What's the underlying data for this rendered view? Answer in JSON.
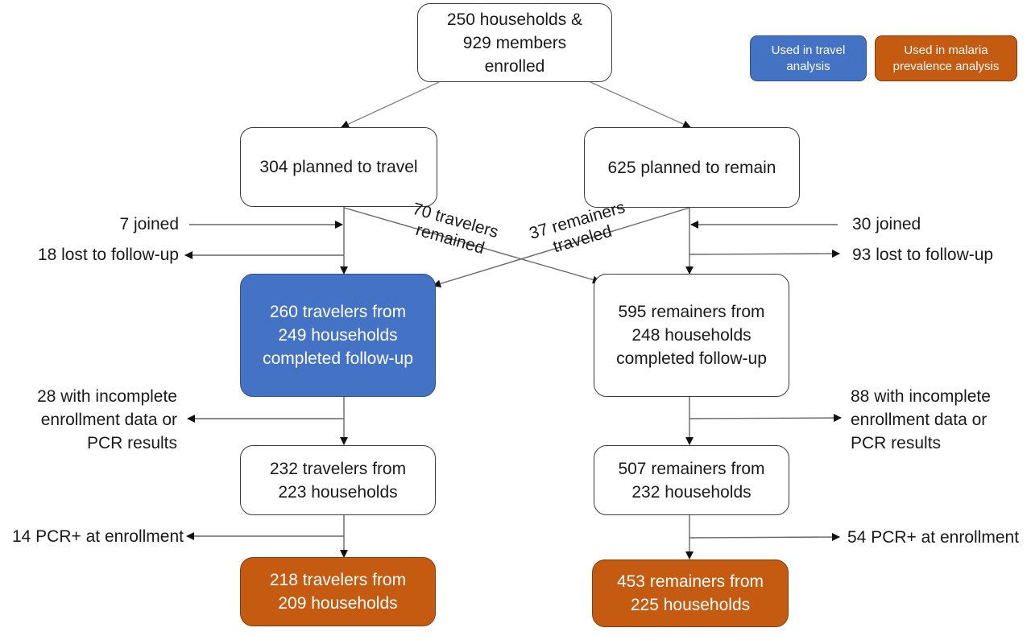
{
  "legend": {
    "travel": [
      "Used in travel",
      "analysis"
    ],
    "malaria": [
      "Used in malaria",
      "prevalence analysis"
    ],
    "colors": {
      "travel": "#4472c4",
      "malaria": "#c55a11"
    }
  },
  "enrolled": [
    "250 households &",
    "929 members",
    "enrolled"
  ],
  "left": {
    "planned": "304 planned to travel",
    "joined": "7 joined",
    "lost": "18 lost to follow-up",
    "completed": [
      "260 travelers from",
      "249 households",
      "completed follow-up"
    ],
    "incomplete": [
      "28 with incomplete",
      "enrollment data or",
      "PCR results"
    ],
    "after_incomplete": [
      "232 travelers from",
      "223 households"
    ],
    "pcr_positive": "14 PCR+ at enrollment",
    "final": [
      "218 travelers from",
      "209 households"
    ]
  },
  "right": {
    "planned": "625 planned to remain",
    "joined": "30 joined",
    "lost": "93 lost to follow-up",
    "completed": [
      "595 remainers from",
      "248 households",
      "completed follow-up"
    ],
    "incomplete": [
      "88 with incomplete",
      "enrollment data or",
      "PCR results"
    ],
    "after_incomplete": [
      "507 remainers from",
      "232 households"
    ],
    "pcr_positive": "54 PCR+ at enrollment",
    "final": [
      "453 remainers from",
      "225 households"
    ]
  },
  "crossover": {
    "travelers_remained": [
      "70 travelers",
      "remained"
    ],
    "remainers_traveled": [
      "37 remainers",
      "traveled"
    ]
  }
}
